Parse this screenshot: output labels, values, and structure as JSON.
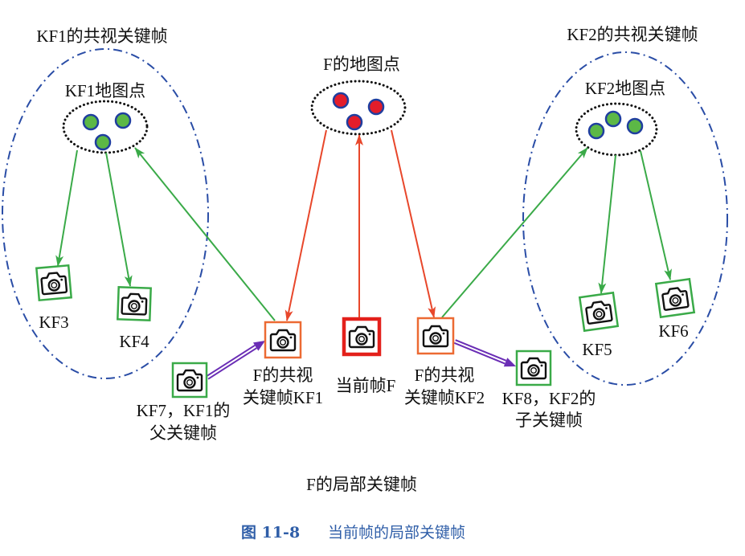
{
  "figure": {
    "caption_number": "图 11-8",
    "caption_title": "当前帧的局部关键帧",
    "local_keyframes_label": "F的局部关键帧"
  },
  "covisible_groups": {
    "kf1": {
      "title": "KF1的共视关键帧",
      "map_points_label": "KF1地图点"
    },
    "kf2": {
      "title": "KF2的共视关键帧",
      "map_points_label": "KF2地图点"
    }
  },
  "current_frame_map_points": {
    "label": "F的地图点"
  },
  "keyframes": {
    "kf3": {
      "label": "KF3",
      "icon": "camera-icon"
    },
    "kf4": {
      "label": "KF4",
      "icon": "camera-icon"
    },
    "kf1": {
      "label_lines": [
        "F的共视",
        "关键帧KF1"
      ],
      "icon": "camera-icon"
    },
    "current": {
      "label": "当前帧F",
      "icon": "camera-icon"
    },
    "kf2": {
      "label_lines": [
        "F的共视",
        "关键帧KF2"
      ],
      "icon": "camera-icon"
    },
    "kf7": {
      "label_lines": [
        "KF7，KF1的",
        "父关键帧"
      ],
      "icon": "camera-icon"
    },
    "kf8": {
      "label_lines": [
        "KF8，KF2的",
        "子关键帧"
      ],
      "icon": "camera-icon"
    },
    "kf5": {
      "label": "KF5",
      "icon": "camera-icon"
    },
    "kf6": {
      "label": "KF6",
      "icon": "camera-icon"
    }
  },
  "colors": {
    "covisible_boundary": "#2a4da6",
    "covisible_edge": "#3aaa48",
    "current_frame_edge": "#e8472b",
    "parent_child_edge": "#6a2db5",
    "covisible_keyframe_border": "#3aaa48",
    "local_keyframe_border": "#ec6a33",
    "current_frame_border": "#e3201b",
    "keyframe_map_point": "#5cb846",
    "current_map_point": "#e31d2b",
    "map_point_outline": "#1f3e9f",
    "caption": "#2f5ea8"
  }
}
